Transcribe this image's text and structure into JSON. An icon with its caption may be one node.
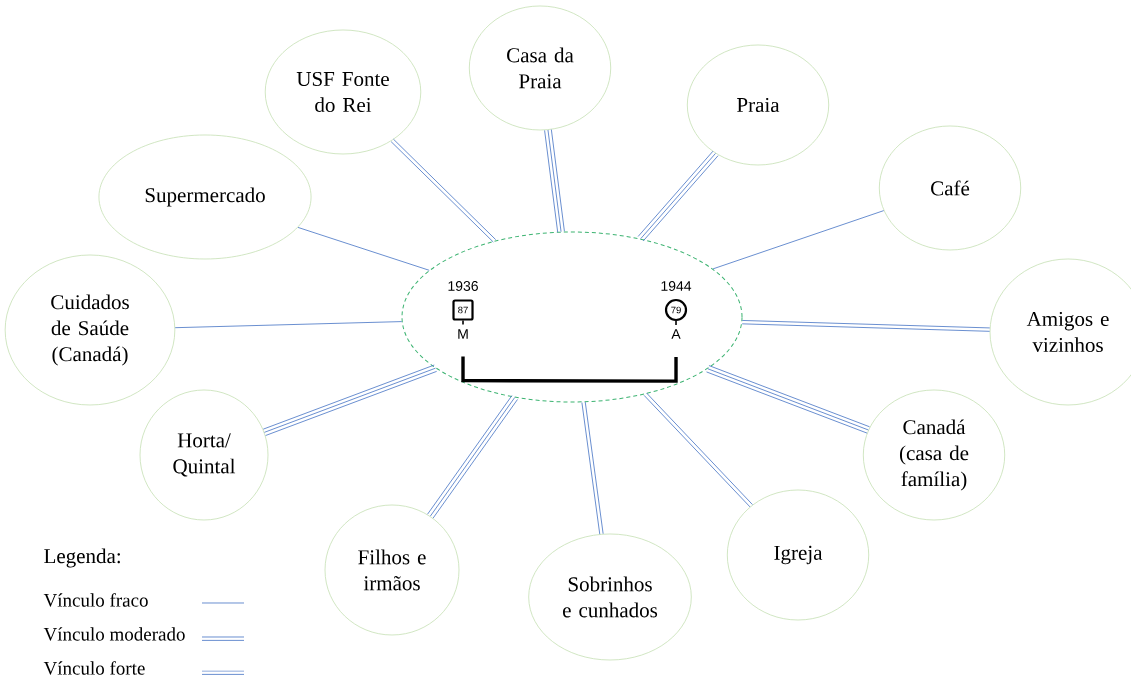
{
  "diagram": {
    "nodes": [
      {
        "text": [],
        "shape": "ellipse"
      },
      {
        "text": [
          "87"
        ],
        "in": 0,
        "beside": [
          "1936",
          "M"
        ]
      },
      {
        "text": [
          "79"
        ],
        "in": 0,
        "beside": [
          "1944",
          "A"
        ]
      },
      {
        "text": [
          "USF Fonte do Rei"
        ]
      },
      {
        "text": [
          "Casa da Praia"
        ]
      },
      {
        "text": [
          "Praia"
        ]
      },
      {
        "text": [
          "Supermercado"
        ]
      },
      {
        "text": [
          "Café"
        ]
      },
      {
        "text": [
          "Cuidados de Saúde (Canadá)"
        ]
      },
      {
        "text": [
          "Amigos e vizinhos"
        ]
      },
      {
        "text": [
          "Horta/ Quintal"
        ]
      },
      {
        "text": [
          "Canadá (casa de família)"
        ]
      },
      {
        "text": [
          "Igreja"
        ]
      },
      {
        "text": [
          "Filhos e irmãos"
        ]
      },
      {
        "text": [
          "Sobrinhos e cunhados"
        ]
      }
    ],
    "edges": [
      {
        "from": 1,
        "to": 2,
        "arrow": "none",
        "style": "thick",
        "color": "#000000"
      },
      {
        "from": 0,
        "to": 3,
        "arrow": "none"
      },
      {
        "from": 0,
        "to": 3,
        "arrow": "none"
      },
      {
        "from": 0,
        "to": 4,
        "arrow": "none"
      },
      {
        "from": 0,
        "to": 4,
        "arrow": "none"
      },
      {
        "from": 0,
        "to": 4,
        "arrow": "none"
      },
      {
        "from": 0,
        "to": 5,
        "arrow": "none"
      },
      {
        "from": 0,
        "to": 5,
        "arrow": "none"
      },
      {
        "from": 0,
        "to": 5,
        "arrow": "none"
      },
      {
        "from": 0,
        "to": 6,
        "arrow": "none"
      },
      {
        "from": 0,
        "to": 7,
        "arrow": "none"
      },
      {
        "from": 0,
        "to": 8,
        "arrow": "none"
      },
      {
        "from": 0,
        "to": 9,
        "arrow": "none"
      },
      {
        "from": 0,
        "to": 9,
        "arrow": "none"
      },
      {
        "from": 0,
        "to": 10,
        "arrow": "none"
      },
      {
        "from": 0,
        "to": 10,
        "arrow": "none"
      },
      {
        "from": 0,
        "to": 10,
        "arrow": "none"
      },
      {
        "from": 0,
        "to": 11,
        "arrow": "none"
      },
      {
        "from": 0,
        "to": 11,
        "arrow": "none"
      },
      {
        "from": 0,
        "to": 11,
        "arrow": "none"
      },
      {
        "from": 0,
        "to": 12,
        "arrow": "none"
      },
      {
        "from": 0,
        "to": 12,
        "arrow": "none"
      },
      {
        "from": 0,
        "to": 13,
        "arrow": "none"
      },
      {
        "from": 0,
        "to": 13,
        "arrow": "none"
      },
      {
        "from": 0,
        "to": 13,
        "arrow": "none"
      },
      {
        "from": 0,
        "to": 14,
        "arrow": "none"
      },
      {
        "from": 0,
        "to": 14,
        "arrow": "none"
      }
    ],
    "labels": [
      "Legenda:"
    ],
    "legend": [
      {
        "text": "Vínculo fraco"
      },
      {
        "text": "Vínculo moderado"
      },
      {
        "text": "Vínculo forte"
      }
    ]
  }
}
